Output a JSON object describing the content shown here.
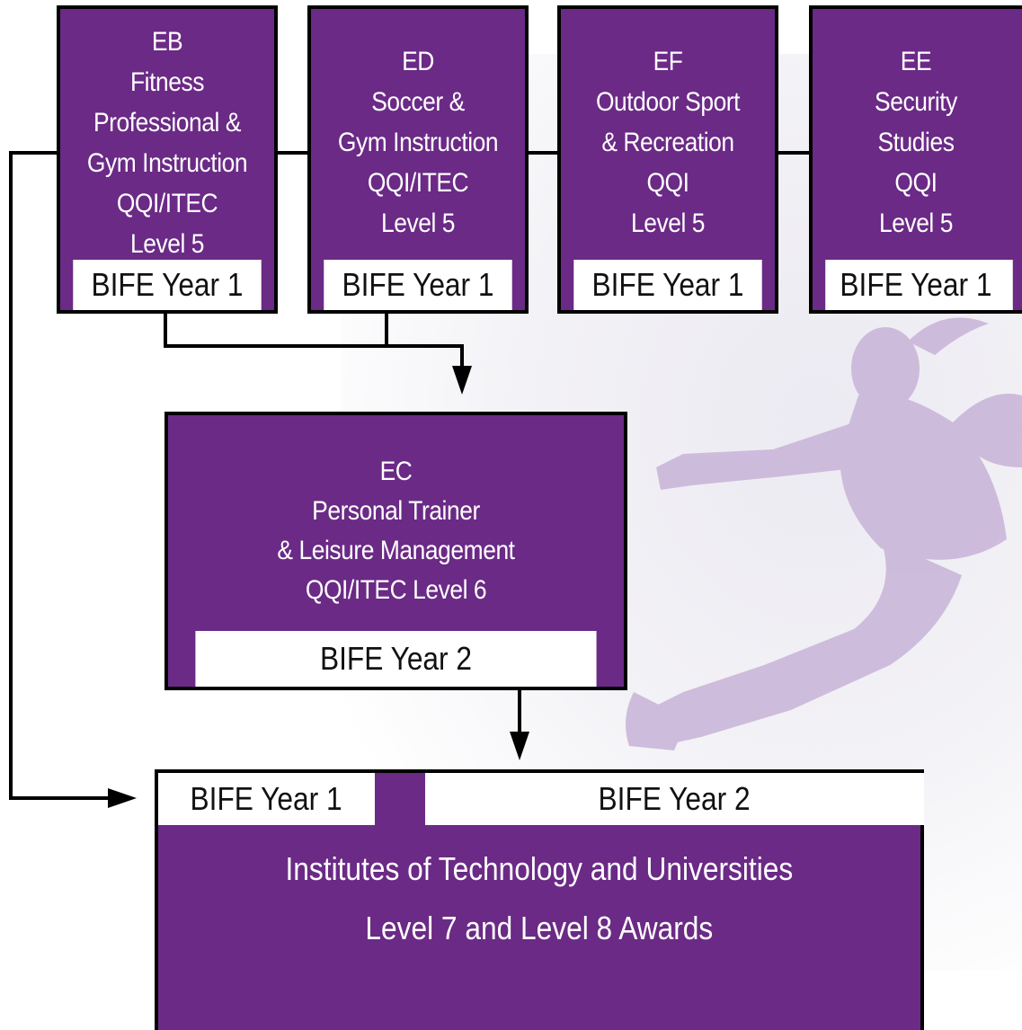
{
  "courses_year1": [
    {
      "lines": [
        "EB",
        "Fitness",
        "Professional &",
        "Gym Instruction",
        "QQI/ITEC",
        "Level 5"
      ],
      "footer": "BIFE Year 1"
    },
    {
      "lines": [
        "ED",
        "Soccer &",
        "Gym Instruction",
        "QQI/ITEC",
        "Level 5"
      ],
      "footer": "BIFE Year 1"
    },
    {
      "lines": [
        "EF",
        "Outdoor Sport",
        "& Recreation",
        "QQI",
        "Level 5"
      ],
      "footer": "BIFE Year 1"
    },
    {
      "lines": [
        "EE",
        "Security",
        "Studies",
        "QQI",
        "Level 5"
      ],
      "footer": "BIFE Year 1"
    }
  ],
  "course_year2": {
    "lines": [
      "EC",
      "Personal Trainer",
      "& Leisure Management",
      "QQI/ITEC Level 6"
    ],
    "footer": "BIFE Year 2"
  },
  "destination": {
    "tab_year1": "BIFE Year 1",
    "tab_year2": "BIFE Year 2",
    "line1": "Institutes of Technology and Universities",
    "line2": "Level 7 and Level 8 Awards"
  },
  "colors": {
    "box_fill": "#6b2a86",
    "footer_fill": "#ffffff",
    "connector": "#000000"
  }
}
